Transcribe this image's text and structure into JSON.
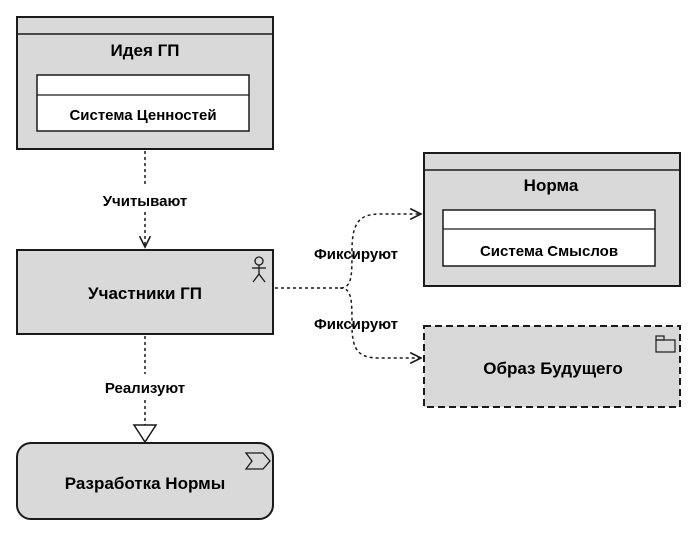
{
  "nodes": {
    "idea": {
      "title": "Идея ГП",
      "inner_label": "Система Ценностей"
    },
    "norm": {
      "title": "Норма",
      "inner_label": "Система Смыслов"
    },
    "participants": {
      "label": "Участники ГП",
      "icon": "actor-icon"
    },
    "future_image": {
      "label": "Образ Будущего",
      "icon": "package-icon"
    },
    "norm_development": {
      "label": "Разработка Нормы",
      "icon": "process-arrow-icon"
    }
  },
  "edges": {
    "considers": "Учитывают",
    "fixes_norm": "Фиксируют",
    "fixes_future": "Фиксируют",
    "realize": "Реализуют"
  },
  "colors": {
    "node_fill": "#d9d9d9",
    "inner_fill": "#ffffff",
    "stroke": "#1a1a1a"
  }
}
